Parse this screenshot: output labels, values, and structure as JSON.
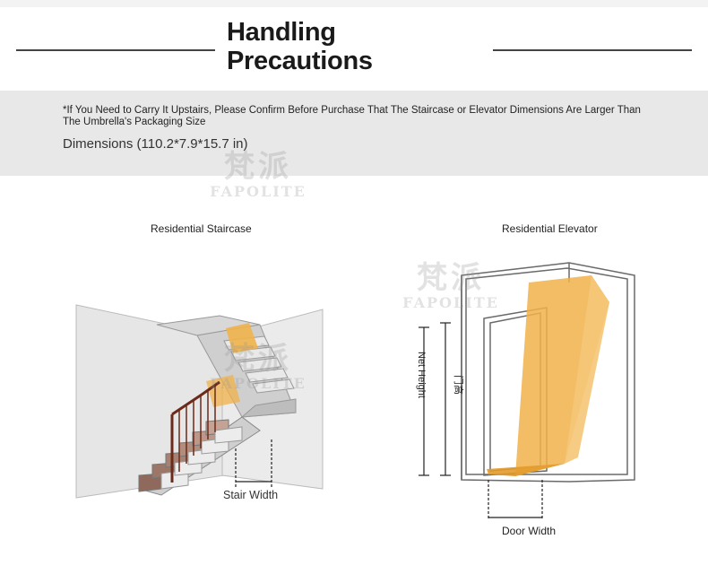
{
  "header": {
    "title_line1": "Handling",
    "title_line2": "Precautions"
  },
  "notice": {
    "text": "*If You Need to Carry It Upstairs, Please Confirm Before Purchase That The Staircase or Elevator Dimensions Are Larger Than The Umbrella's Packaging Size",
    "dimensions": "Dimensions (110.2*7.9*15.7 in)"
  },
  "watermark": {
    "cn": "梵派",
    "en": "FAPOLITE"
  },
  "staircase": {
    "label": "Residential Staircase",
    "width_label": "Stair Width"
  },
  "elevator": {
    "label": "Residential Elevator",
    "net_height_label": "Net Height",
    "door_height_label": "门高",
    "door_width_label": "Door Width"
  },
  "colors": {
    "rule": "#444444",
    "band": "#e8e8e8",
    "box_orange": "#f0b24a",
    "wall": "#e4e4e4",
    "railing": "#6b2a1a"
  }
}
